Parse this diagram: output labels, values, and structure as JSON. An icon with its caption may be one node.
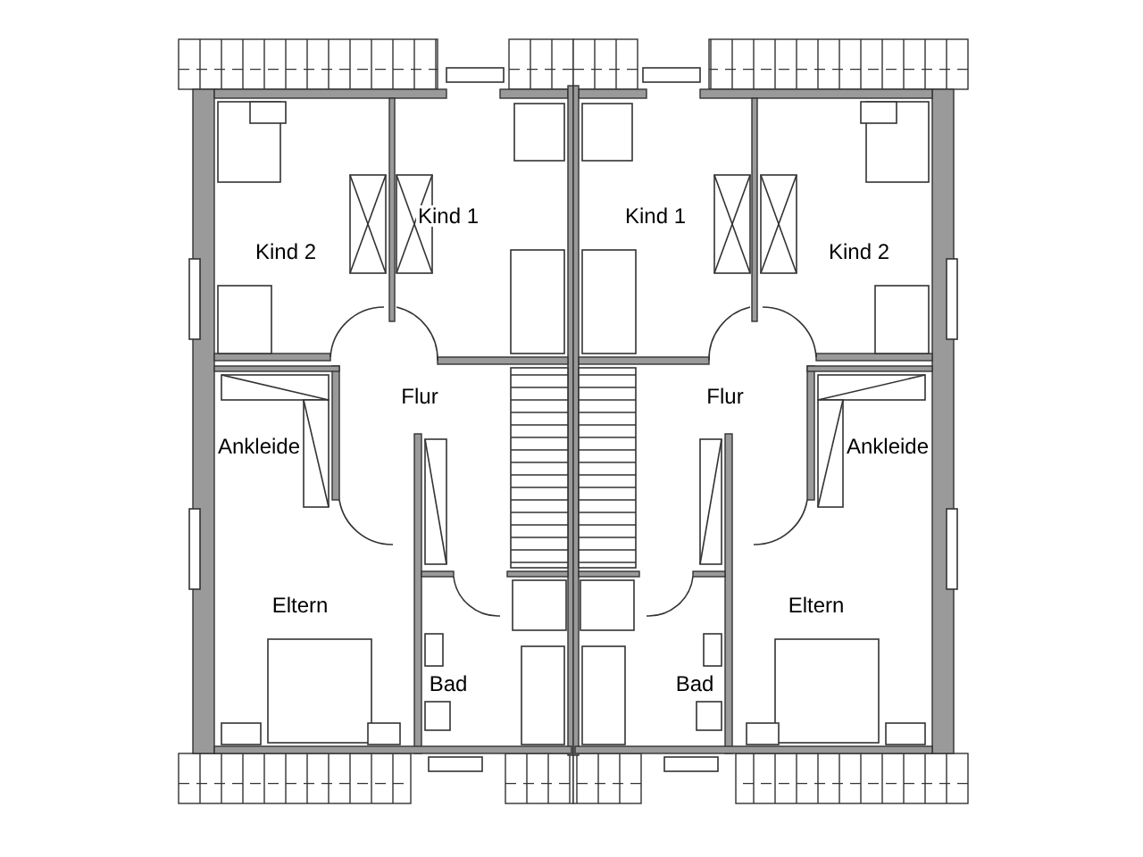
{
  "diagram": {
    "labels": [
      "Kind 2",
      "Kind 1",
      "Kind 1",
      "Kind 2",
      "Flur",
      "Flur",
      "Ankleide",
      "Ankleide",
      "Eltern",
      "Eltern",
      "Bad",
      "Bad"
    ]
  }
}
